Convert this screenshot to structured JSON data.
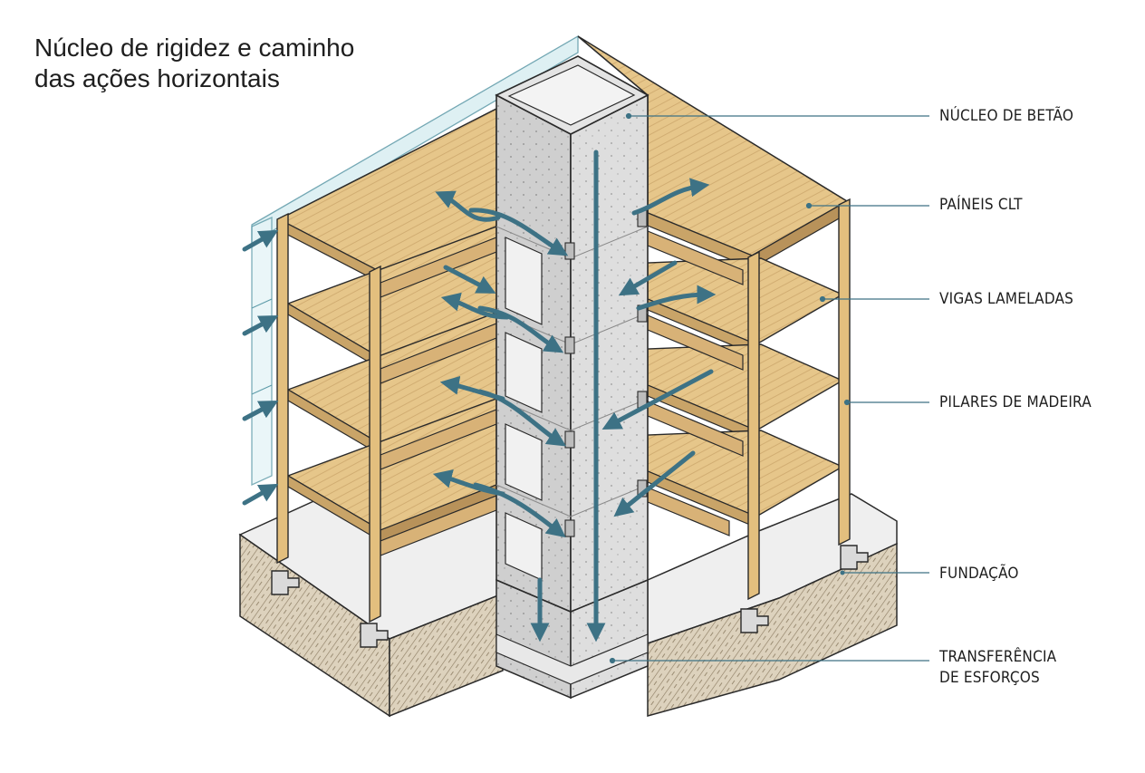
{
  "title": {
    "line1": "Núcleo de rigidez e caminho",
    "line2": "das ações horizontais"
  },
  "labels": {
    "core": "NÚCLEO DE BETÃO",
    "clt": "PAÍNEIS CLT",
    "beams": "VIGAS LAMELADAS",
    "columns": "PILARES DE MADEIRA",
    "foundation": "FUNDAÇÃO",
    "transfer_line1": "TRANSFERÊNCIA",
    "transfer_line2": "DE ESFORÇOS"
  },
  "colors": {
    "timber": "#e6c68a",
    "timber_dark": "#b8925a",
    "concrete": "#dcdcdc",
    "arrow": "#3d7285",
    "soil": "#d8ccb5",
    "outline": "#2a2a2a"
  }
}
